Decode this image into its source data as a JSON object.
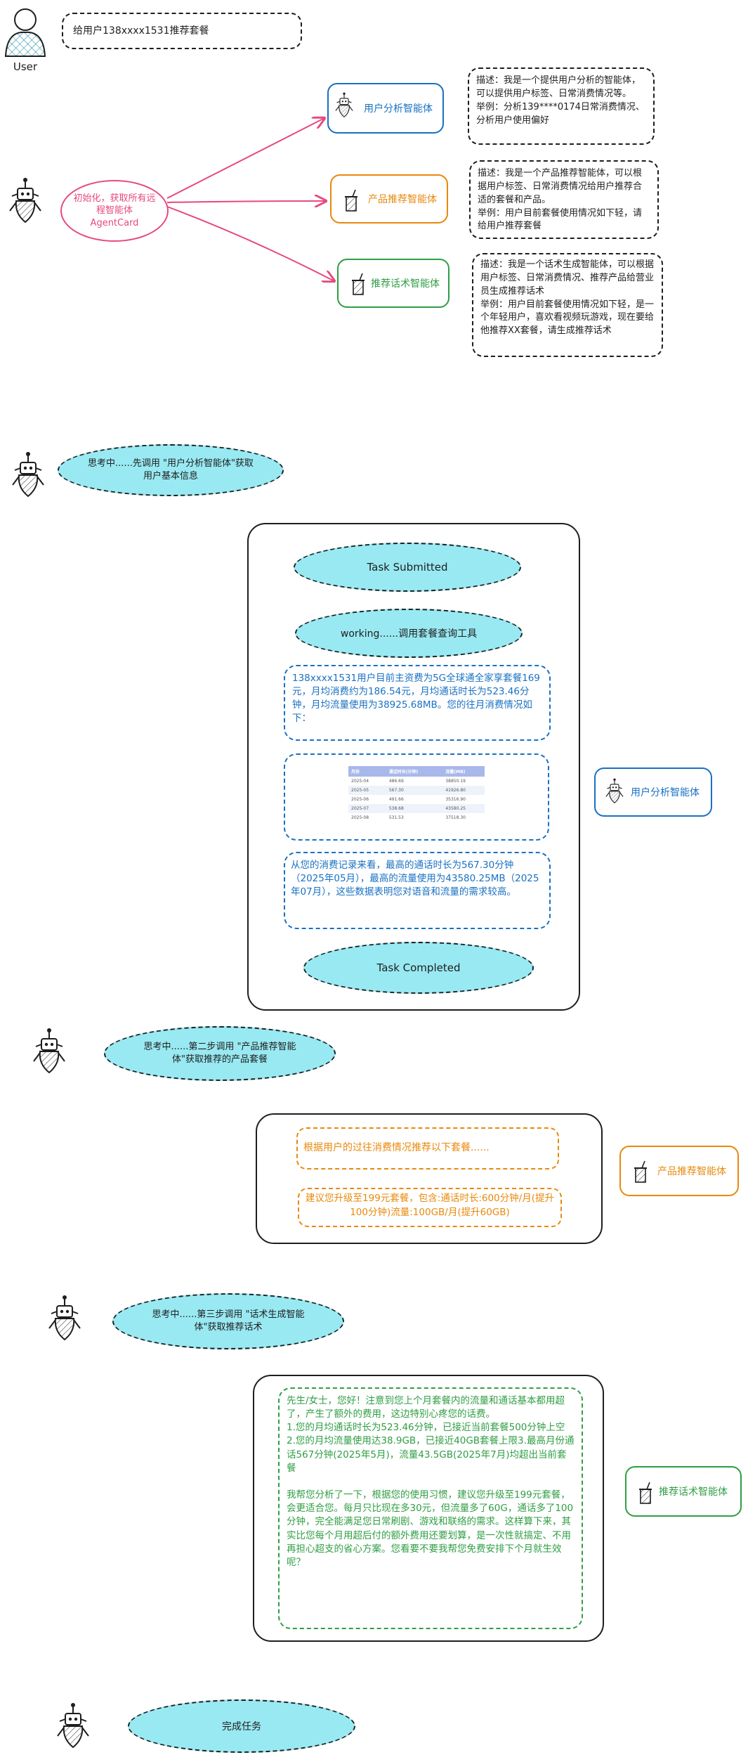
{
  "user_label": "User",
  "user_request": "给用户138xxxx1531推荐套餐",
  "init_bubble": "初始化，获取所有远程智能体AgentCard",
  "agents": [
    {
      "name": "用户分析智能体",
      "color": "#1971c2",
      "desc": "描述：我是一个提供用户分析的智能体，可以提供用户标签、日常消费情况等。\n举例：分析139****0174日常消费情况、分析用户使用偏好"
    },
    {
      "name": "产品推荐智能体",
      "color": "#e8890c",
      "desc": "描述：我是一个产品推荐智能体，可以根据用户标签、日常消费情况给用户推荐合适的套餐和产品。\n举例：用户目前套餐使用情况如下轻，请给用户推荐套餐"
    },
    {
      "name": "推荐话术智能体",
      "color": "#2f9e44",
      "desc": "描述：我是一个话术生成智能体，可以根据用户标签、日常消费情况、推荐产品给营业员生成推荐话术\n举例：用户目前套餐使用情况如下轻，是一个年轻用户，喜欢看视频玩游戏，现在要给他推荐XX套餐，请生成推荐话术"
    }
  ],
  "step1": {
    "thought": "思考中......先调用 \"用户分析智能体\"获取用户基本信息",
    "submitted": "Task Submitted",
    "working": "working......调用套餐查询工具",
    "summary": "138xxxx1531用户目前主资费为5G全球通全家享套餐169元，月均消费约为186.54元，月均通话时长为523.46分钟，月均流量使用为38925.68MB。您的往月消费情况如下：",
    "table": {
      "headers": [
        "月份",
        "通话时长(分钟)",
        "流量(MB)"
      ],
      "rows": [
        [
          "2025-04",
          "486.69",
          "38850.19"
        ],
        [
          "2025-05",
          "567.30",
          "41926.80"
        ],
        [
          "2025-06",
          "491.66",
          "35316.90"
        ],
        [
          "2025-07",
          "538.68",
          "43580.25"
        ],
        [
          "2025-08",
          "531.53",
          "37518.30"
        ]
      ]
    },
    "analysis": "从您的消费记录来看，最高的通话时长为567.30分钟（2025年05月），最高的流量使用为43580.25MB（2025年07月），这些数据表明您对语音和流量的需求较高。",
    "completed": "Task Completed"
  },
  "step2": {
    "thought": "思考中......第二步调用 \"产品推荐智能体\"获取推荐的产品套餐",
    "line1": "根据用户的过往消费情况推荐以下套餐......",
    "line2": "建议您升级至199元套餐，包含:通话时长:600分钟/月(提升100分钟)流量:100GB/月(提升60GB)"
  },
  "step3": {
    "thought": "思考中......第三步调用 \"话术生成智能体\"获取推荐话术",
    "script": "先生/女士，您好！注意到您上个月套餐内的流量和通话基本都用超了，产生了额外的费用，这边特别心疼您的话费。\n1.您的月均通话时长为523.46分钟，已接近当前套餐500分钟上空\n2.您的月均流量使用达38.9GB，已接近40GB套餐上限3.最高月份通话567分钟(2025年5月)，流量43.5GB(2025年7月)均超出当前套餐\n\n我帮您分析了一下，根据您的使用习惯，建议您升级至199元套餐，会更适合您。每月只比现在多30元，但流量多了60G，通话多了100分钟，完全能满足您日常刷剧、游戏和联络的需求。这样算下来，其实比您每个月用超后付的额外费用还要划算，是一次性就搞定、不用再担心超支的省心方案。您看要不要我帮您免费安排下个月就生效呢？"
  },
  "done": "完成任务"
}
